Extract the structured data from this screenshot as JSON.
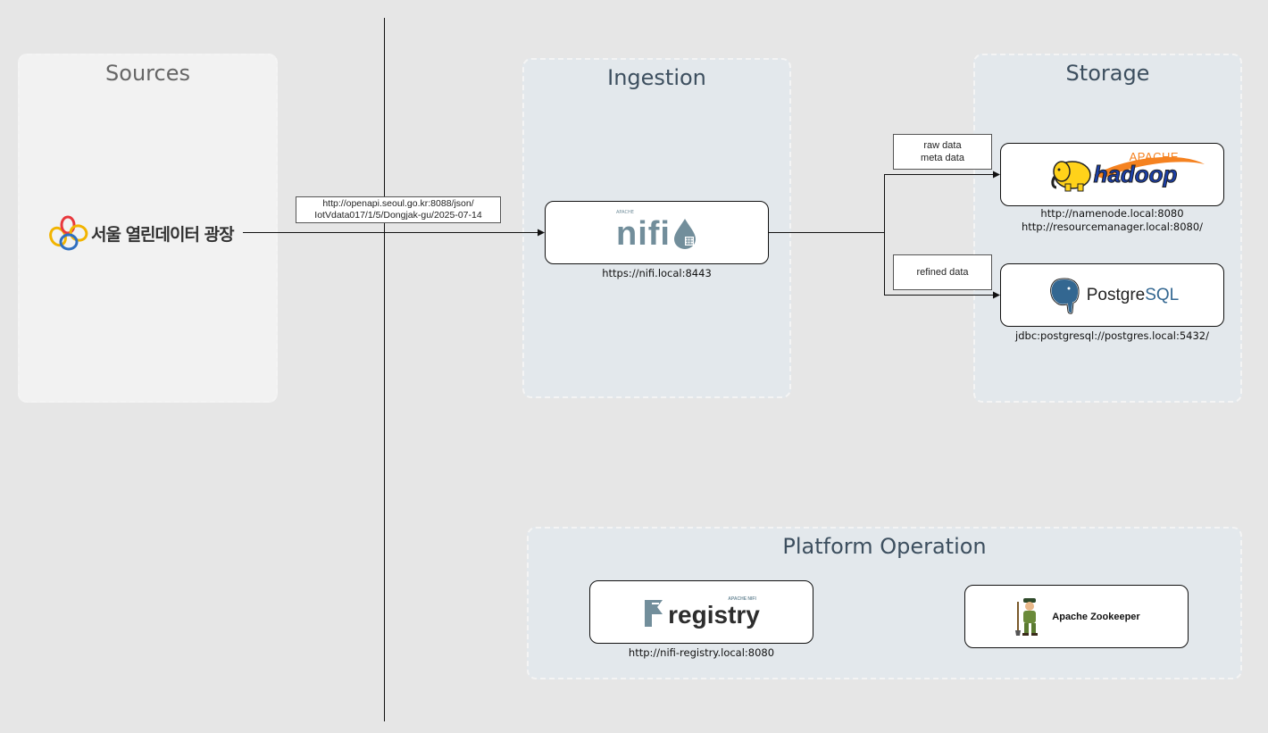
{
  "groups": {
    "sources": {
      "title": "Sources"
    },
    "ingestion": {
      "title": "Ingestion"
    },
    "storage": {
      "title": "Storage"
    },
    "platform": {
      "title": "Platform Operation"
    }
  },
  "source": {
    "logo_text": "서울 열린데이터 광장",
    "colors": {
      "yellow": "#f2b400",
      "red": "#e8383d",
      "blue": "#2f6fc0"
    }
  },
  "api_label": {
    "line1": "http://openapi.seoul.go.kr:8088/json/",
    "line2": "IotVdata017/1/5/Dongjak-gu/2025-07-14"
  },
  "nifi": {
    "logo_small": "APACHE",
    "logo_text": "nifi",
    "url": "https://nifi.local:8443"
  },
  "edges": {
    "raw": {
      "line1": "raw data",
      "line2": "meta data"
    },
    "refined": {
      "line1": "refined data"
    }
  },
  "hadoop": {
    "logo_small": "APACHE",
    "logo_text": "hadoop",
    "url1": "http://namenode.local:8080",
    "url2": "http://resourcemanager.local:8080/"
  },
  "postgres": {
    "logo_text_a": "Postgre",
    "logo_text_b": "SQL",
    "url": "jdbc:postgresql://postgres.local:5432/"
  },
  "registry": {
    "logo_small": "APACHE NIFI",
    "logo_text": "registry",
    "url": "http://nifi-registry.local:8080"
  },
  "zookeeper": {
    "label": "Apache Zookeeper"
  },
  "colors": {
    "group_title": "#3d4f5f",
    "nifi_grey": "#728e9b",
    "hadoop_orange": "#f58220",
    "postgres_blue": "#336791"
  }
}
